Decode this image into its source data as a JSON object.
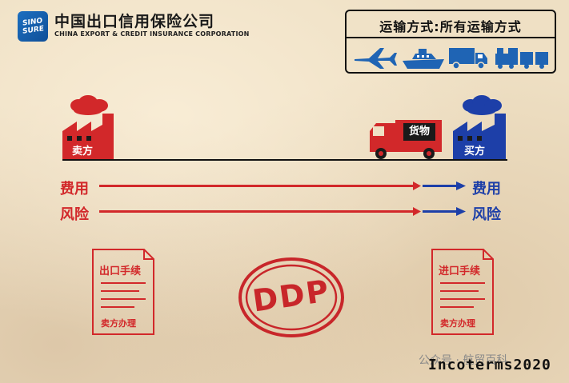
{
  "logo": {
    "badge_line1": "SINO",
    "badge_line2": "SURE",
    "name_cn": "中国出口信用保险公司",
    "name_en": "CHINA EXPORT & CREDIT INSURANCE CORPORATION"
  },
  "transport": {
    "title": "运输方式:所有运输方式",
    "icons": [
      "airplane-icon",
      "ship-icon",
      "truck-icon",
      "train-icon"
    ]
  },
  "seller": {
    "label": "卖方"
  },
  "buyer": {
    "label": "买方"
  },
  "cargo": {
    "label": "货物"
  },
  "rows": [
    {
      "left_label": "费用",
      "right_label": "费用"
    },
    {
      "left_label": "风险",
      "right_label": "风险"
    }
  ],
  "export_doc": {
    "title": "出口手续",
    "footer": "卖方办理"
  },
  "import_doc": {
    "title": "进口手续",
    "footer": "卖方办理"
  },
  "stamp": {
    "text": "DDP"
  },
  "watermark": {
    "text": "公众号 · 航贸百科"
  },
  "footer": {
    "text": "Incoterms2020"
  },
  "colors": {
    "seller_red": "#d2282a",
    "buyer_blue": "#1d3fa8",
    "paper": "#eedfc3"
  }
}
